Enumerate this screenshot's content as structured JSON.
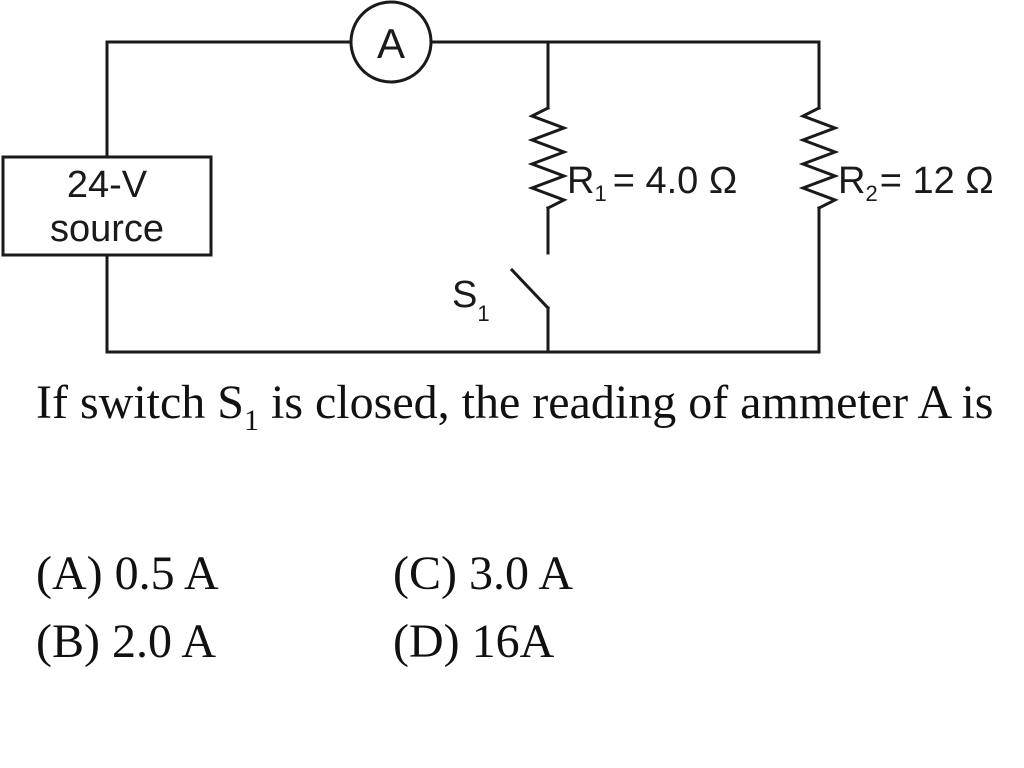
{
  "circuit": {
    "source": {
      "line1": "24-V",
      "line2": "source"
    },
    "ammeter": {
      "label": "A"
    },
    "r1": {
      "symbol": "R",
      "sub": "1",
      "value": "= 4.0 Ω"
    },
    "r2": {
      "symbol": "R",
      "sub": "2",
      "value": "= 12 Ω"
    },
    "switch": {
      "symbol": "S",
      "sub": "1"
    }
  },
  "question": {
    "part1": "If switch S",
    "sub": "1",
    "part2": " is closed, the reading of ammeter A is"
  },
  "choices": [
    {
      "text": "(A) 0.5 A"
    },
    {
      "text": "(B) 2.0 A"
    },
    {
      "text": "(C) 3.0 A"
    },
    {
      "text": "(D) 16A"
    }
  ]
}
